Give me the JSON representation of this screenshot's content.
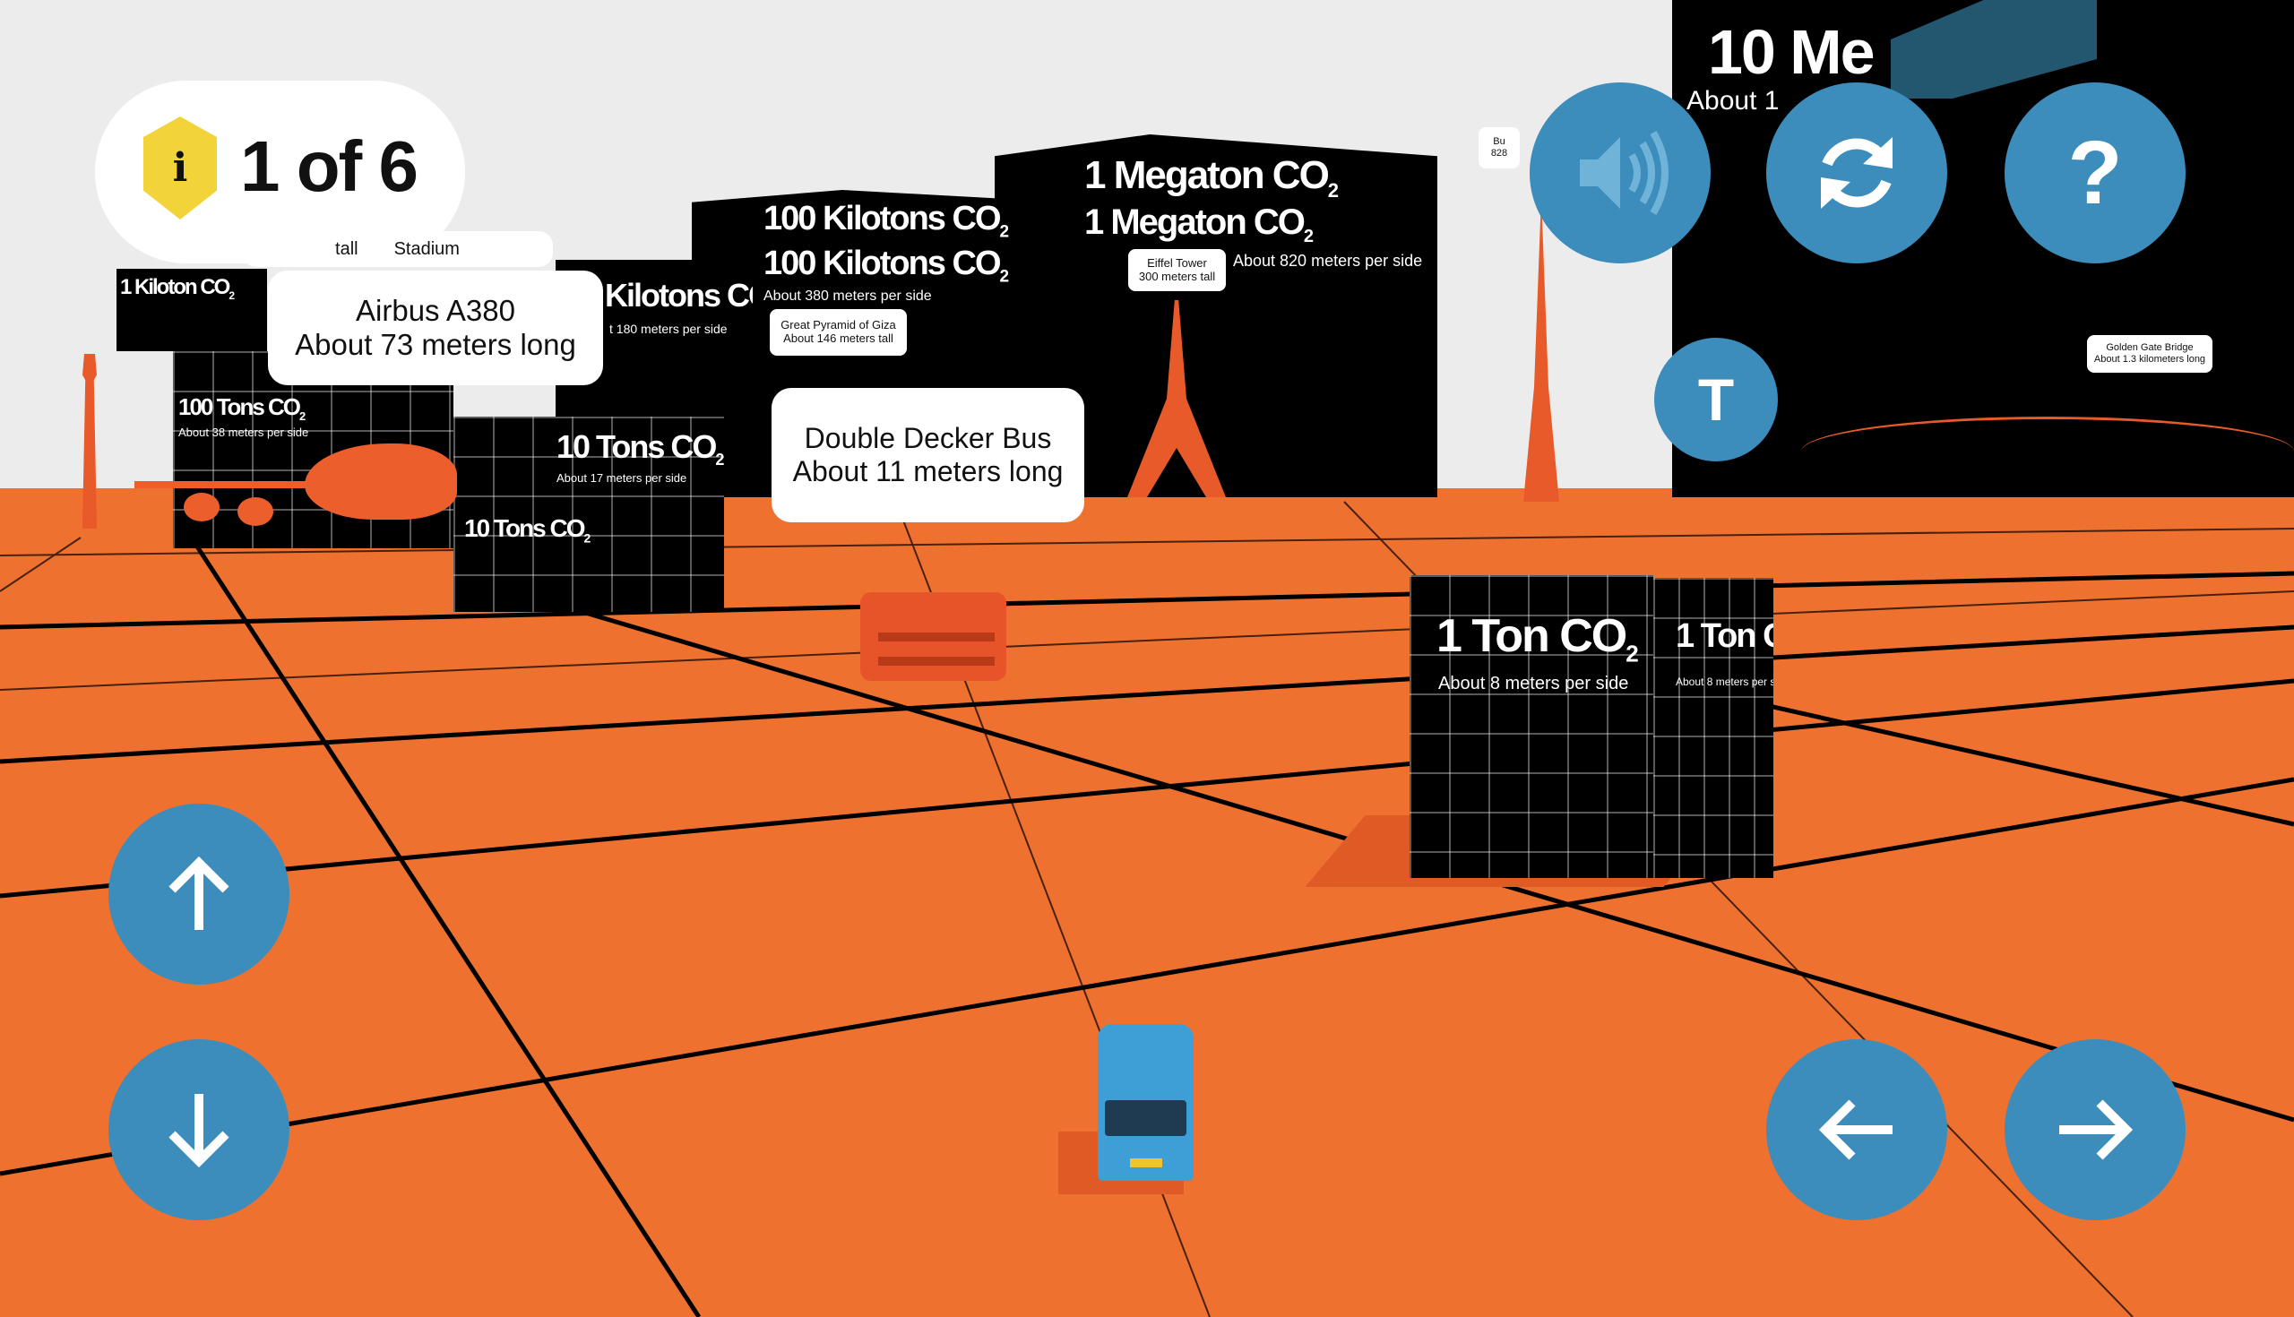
{
  "progress": {
    "current": 1,
    "total": 6,
    "label": "1 of 6",
    "icon": "info-hexagon-icon",
    "icon_glyph": "i"
  },
  "cubes": {
    "ton1": {
      "title": "1 Ton CO",
      "sub": "2",
      "desc": "About 8 meters per side"
    },
    "tons10": {
      "title": "10 Tons CO",
      "sub": "2",
      "desc": "About 17 meters per side"
    },
    "tons100": {
      "title": "100 Tons CO",
      "sub": "2",
      "desc": "About 38 meters per side"
    },
    "kilotons1": {
      "title": "1 Kiloton CO",
      "sub": "2"
    },
    "kilotons10": {
      "title": "Kilotons CO",
      "sub": "2",
      "desc": "t 180 meters per side"
    },
    "kilotons100": {
      "title": "100 Kilotons CO",
      "sub": "2",
      "desc": "About 380 meters per side"
    },
    "megaton1": {
      "title": "1 Megaton CO",
      "sub": "2",
      "desc": "About 820 meters per side"
    },
    "megatons10": {
      "title": "10 Me",
      "desc": "About 1"
    }
  },
  "landmarks": {
    "airbus": {
      "name": "Airbus A380",
      "desc": "About 73 meters long"
    },
    "bus": {
      "name": "Double Decker Bus",
      "desc": "About 11 meters long"
    },
    "pyramid": {
      "name": "Great Pyramid of Giza",
      "desc": "About 146 meters tall"
    },
    "eiffel": {
      "name": "Eiffel Tower",
      "desc": "300 meters tall"
    },
    "golden_gate": {
      "name": "Golden Gate Bridge",
      "desc": "About 1.3 kilometers long"
    },
    "stadium": {
      "name": "Stadium",
      "partial": "tall"
    },
    "burj": {
      "name": "Bu",
      "desc": "828"
    }
  },
  "controls": {
    "sound": "speaker-icon",
    "reset": "refresh-icon",
    "help": "?",
    "text_toggle": "T",
    "forward": "arrow-up-icon",
    "back": "arrow-down-icon",
    "left": "arrow-left-icon",
    "right": "arrow-right-icon"
  },
  "colors": {
    "ground": "#ef7130",
    "sky": "#ececec",
    "button": "#3c8dbc",
    "cube": "#000000",
    "info": "#f2d43a"
  }
}
